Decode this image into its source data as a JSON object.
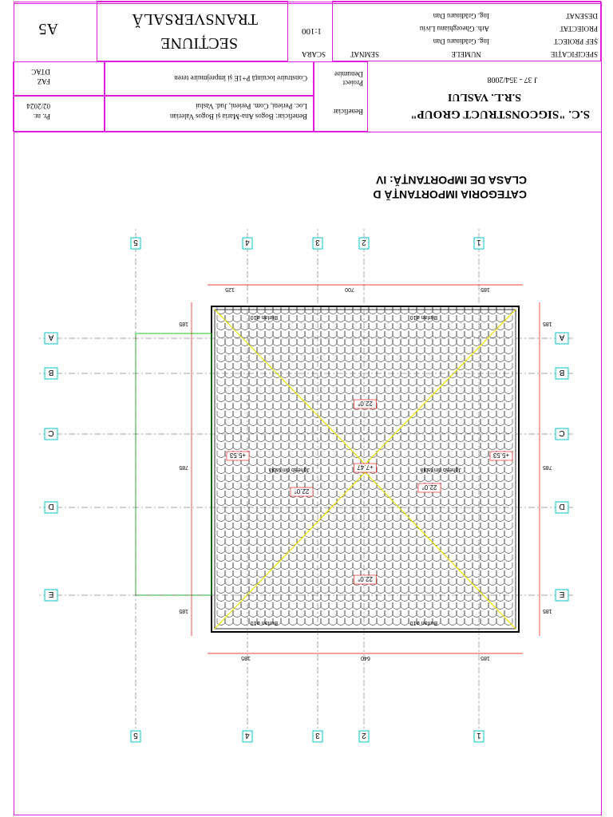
{
  "title_block": {
    "labels": {
      "specificatie": "SPECIFICAȚIE",
      "sef_proiect": "ȘEF PROIECT",
      "proiectat": "PROIECTAT",
      "desenat": "DESENAT",
      "numele": "NUMELE",
      "semnat": "SEMNAT",
      "scara": "SCARA",
      "proiect": "Proiect",
      "denumire": "Denumire",
      "beneficiar": "Beneficiar",
      "faz": "FAZ",
      "pr_nr": "Pr. nr."
    },
    "people": {
      "sef_proiect": "Ing. Grădinaru Dan",
      "proiectat": "Arh. Gheorghianu Liviu",
      "desenat": "Ing. Grădinaru Dan"
    },
    "scale": "1:100",
    "drawing_title_line1": "SECȚIUNE",
    "drawing_title_line2": "TRANSVERSALĂ",
    "sheet_code": "A5",
    "project_name": "Construire locuință P+1E și împrejmuire teren",
    "beneficiary_line1": "Beneficiar: Bogos Ana-Maria și Bogos Valerian",
    "beneficiary_line2": "Loc. Perieni, Com. Perieni, Jud. Vaslui",
    "faz_value": "DTAC",
    "pr_nr_value": "02/2024",
    "company_line1": "S.C. \"SIGCONSTRUCT GROUP\"",
    "company_line2": "S.R.L. VASLUI",
    "company_reg": "J 37 - 354/2008"
  },
  "categories": {
    "line1": "CATEGORIA IMPORTANȚĂ D",
    "line2": "CLASA DE IMPORTANȚĂ: IV"
  },
  "plan": {
    "grid_cols": [
      "1",
      "2",
      "3",
      "4",
      "5"
    ],
    "grid_rows": [
      "A",
      "B",
      "C",
      "D",
      "E"
    ],
    "dims_top": [
      "185",
      "700",
      "125"
    ],
    "dims_bottom": [
      "185",
      "640",
      "185"
    ],
    "dims_side": [
      "185",
      "785",
      "185"
    ],
    "slope": "22.0°",
    "elevation": "+5.53",
    "ridge_elev": "+7.47",
    "gutter": "Jgheab din tablă",
    "downpipe": "Burlan ø10"
  }
}
